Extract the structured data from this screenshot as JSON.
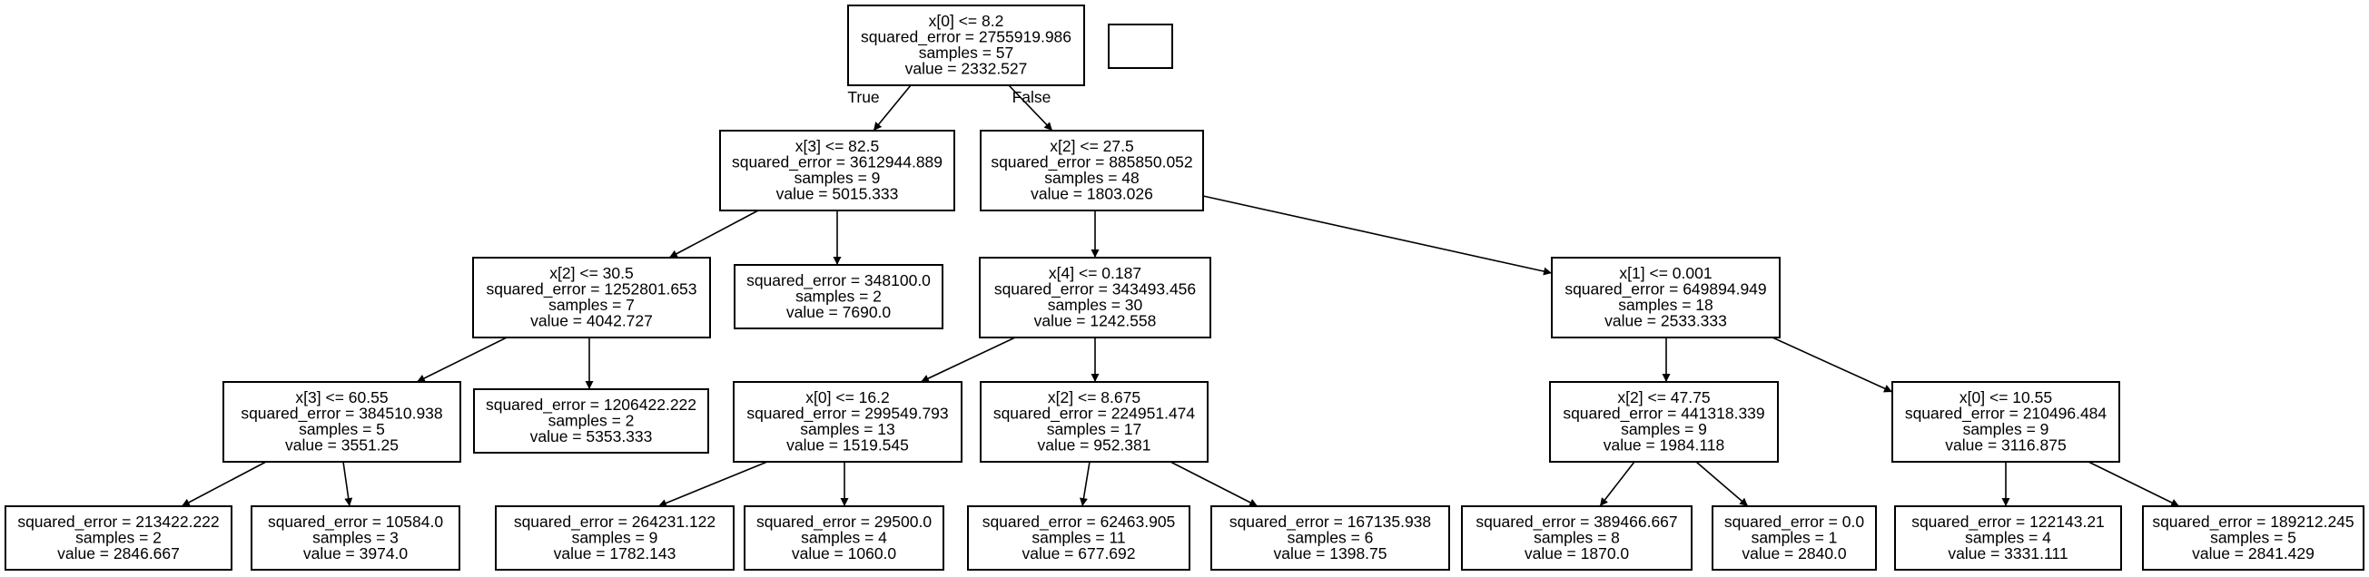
{
  "nodes": [
    {
      "id": "n0",
      "lines": [
        "x[0] <= 8.2",
        "squared_error = 2755919.986",
        "samples = 57",
        "value = 2332.527"
      ]
    },
    {
      "id": "n1",
      "lines": [
        "x[3] <= 82.5",
        "squared_error = 3612944.889",
        "samples = 9",
        "value = 5015.333"
      ]
    },
    {
      "id": "n2",
      "lines": [
        "x[2] <= 27.5",
        "squared_error = 885850.052",
        "samples = 48",
        "value = 1803.026"
      ]
    },
    {
      "id": "n3",
      "lines": [
        "x[2] <= 30.5",
        "squared_error = 1252801.653",
        "samples = 7",
        "value = 4042.727"
      ]
    },
    {
      "id": "n4",
      "lines": [
        "squared_error = 348100.0",
        "samples = 2",
        "value = 7690.0"
      ]
    },
    {
      "id": "n5",
      "lines": [
        "x[4] <= 0.187",
        "squared_error = 343493.456",
        "samples = 30",
        "value = 1242.558"
      ]
    },
    {
      "id": "n6",
      "lines": [
        "x[1] <= 0.001",
        "squared_error = 649894.949",
        "samples = 18",
        "value = 2533.333"
      ]
    },
    {
      "id": "n7",
      "lines": [
        "x[3] <= 60.55",
        "squared_error = 384510.938",
        "samples = 5",
        "value = 3551.25"
      ]
    },
    {
      "id": "n8",
      "lines": [
        "squared_error = 1206422.222",
        "samples = 2",
        "value = 5353.333"
      ]
    },
    {
      "id": "n9",
      "lines": [
        "x[0] <= 16.2",
        "squared_error = 299549.793",
        "samples = 13",
        "value = 1519.545"
      ]
    },
    {
      "id": "n10",
      "lines": [
        "x[2] <= 8.675",
        "squared_error = 224951.474",
        "samples = 17",
        "value = 952.381"
      ]
    },
    {
      "id": "n11",
      "lines": [
        "x[2] <= 47.75",
        "squared_error = 441318.339",
        "samples = 9",
        "value = 1984.118"
      ]
    },
    {
      "id": "n12",
      "lines": [
        "x[0] <= 10.55",
        "squared_error = 210496.484",
        "samples = 9",
        "value = 3116.875"
      ]
    },
    {
      "id": "n13",
      "lines": [
        "squared_error = 213422.222",
        "samples = 2",
        "value = 2846.667"
      ]
    },
    {
      "id": "n14",
      "lines": [
        "squared_error = 10584.0",
        "samples = 3",
        "value = 3974.0"
      ]
    },
    {
      "id": "n15",
      "lines": [
        "squared_error = 264231.122",
        "samples = 9",
        "value = 1782.143"
      ]
    },
    {
      "id": "n16",
      "lines": [
        "squared_error = 29500.0",
        "samples = 4",
        "value = 1060.0"
      ]
    },
    {
      "id": "n17",
      "lines": [
        "squared_error = 62463.905",
        "samples = 11",
        "value = 677.692"
      ]
    },
    {
      "id": "n18",
      "lines": [
        "squared_error = 167135.938",
        "samples = 6",
        "value = 1398.75"
      ]
    },
    {
      "id": "n19",
      "lines": [
        "squared_error = 389466.667",
        "samples = 8",
        "value = 1870.0"
      ]
    },
    {
      "id": "n20",
      "lines": [
        "squared_error = 0.0",
        "samples = 1",
        "value = 2840.0"
      ]
    },
    {
      "id": "n21",
      "lines": [
        "squared_error = 122143.21",
        "samples = 4",
        "value = 3331.111"
      ]
    },
    {
      "id": "n22",
      "lines": [
        "squared_error = 189212.245",
        "samples = 5",
        "value = 2841.429"
      ]
    }
  ],
  "edges": [
    {
      "from": "n0",
      "to": "n1",
      "label": "True"
    },
    {
      "from": "n0",
      "to": "n2",
      "label": "False"
    },
    {
      "from": "n1",
      "to": "n3",
      "label": ""
    },
    {
      "from": "n1",
      "to": "n4",
      "label": ""
    },
    {
      "from": "n2",
      "to": "n5",
      "label": ""
    },
    {
      "from": "n2",
      "to": "n6",
      "label": ""
    },
    {
      "from": "n3",
      "to": "n7",
      "label": ""
    },
    {
      "from": "n3",
      "to": "n8",
      "label": ""
    },
    {
      "from": "n5",
      "to": "n9",
      "label": ""
    },
    {
      "from": "n5",
      "to": "n10",
      "label": ""
    },
    {
      "from": "n6",
      "to": "n11",
      "label": ""
    },
    {
      "from": "n6",
      "to": "n12",
      "label": ""
    },
    {
      "from": "n7",
      "to": "n13",
      "label": ""
    },
    {
      "from": "n7",
      "to": "n14",
      "label": ""
    },
    {
      "from": "n9",
      "to": "n15",
      "label": ""
    },
    {
      "from": "n9",
      "to": "n16",
      "label": ""
    },
    {
      "from": "n10",
      "to": "n17",
      "label": ""
    },
    {
      "from": "n10",
      "to": "n18",
      "label": ""
    },
    {
      "from": "n11",
      "to": "n19",
      "label": ""
    },
    {
      "from": "n11",
      "to": "n20",
      "label": ""
    },
    {
      "from": "n12",
      "to": "n21",
      "label": ""
    },
    {
      "from": "n12",
      "to": "n22",
      "label": ""
    }
  ],
  "colors": {
    "stroke": "#000000",
    "fill": "#ffffff",
    "text": "#000000"
  }
}
